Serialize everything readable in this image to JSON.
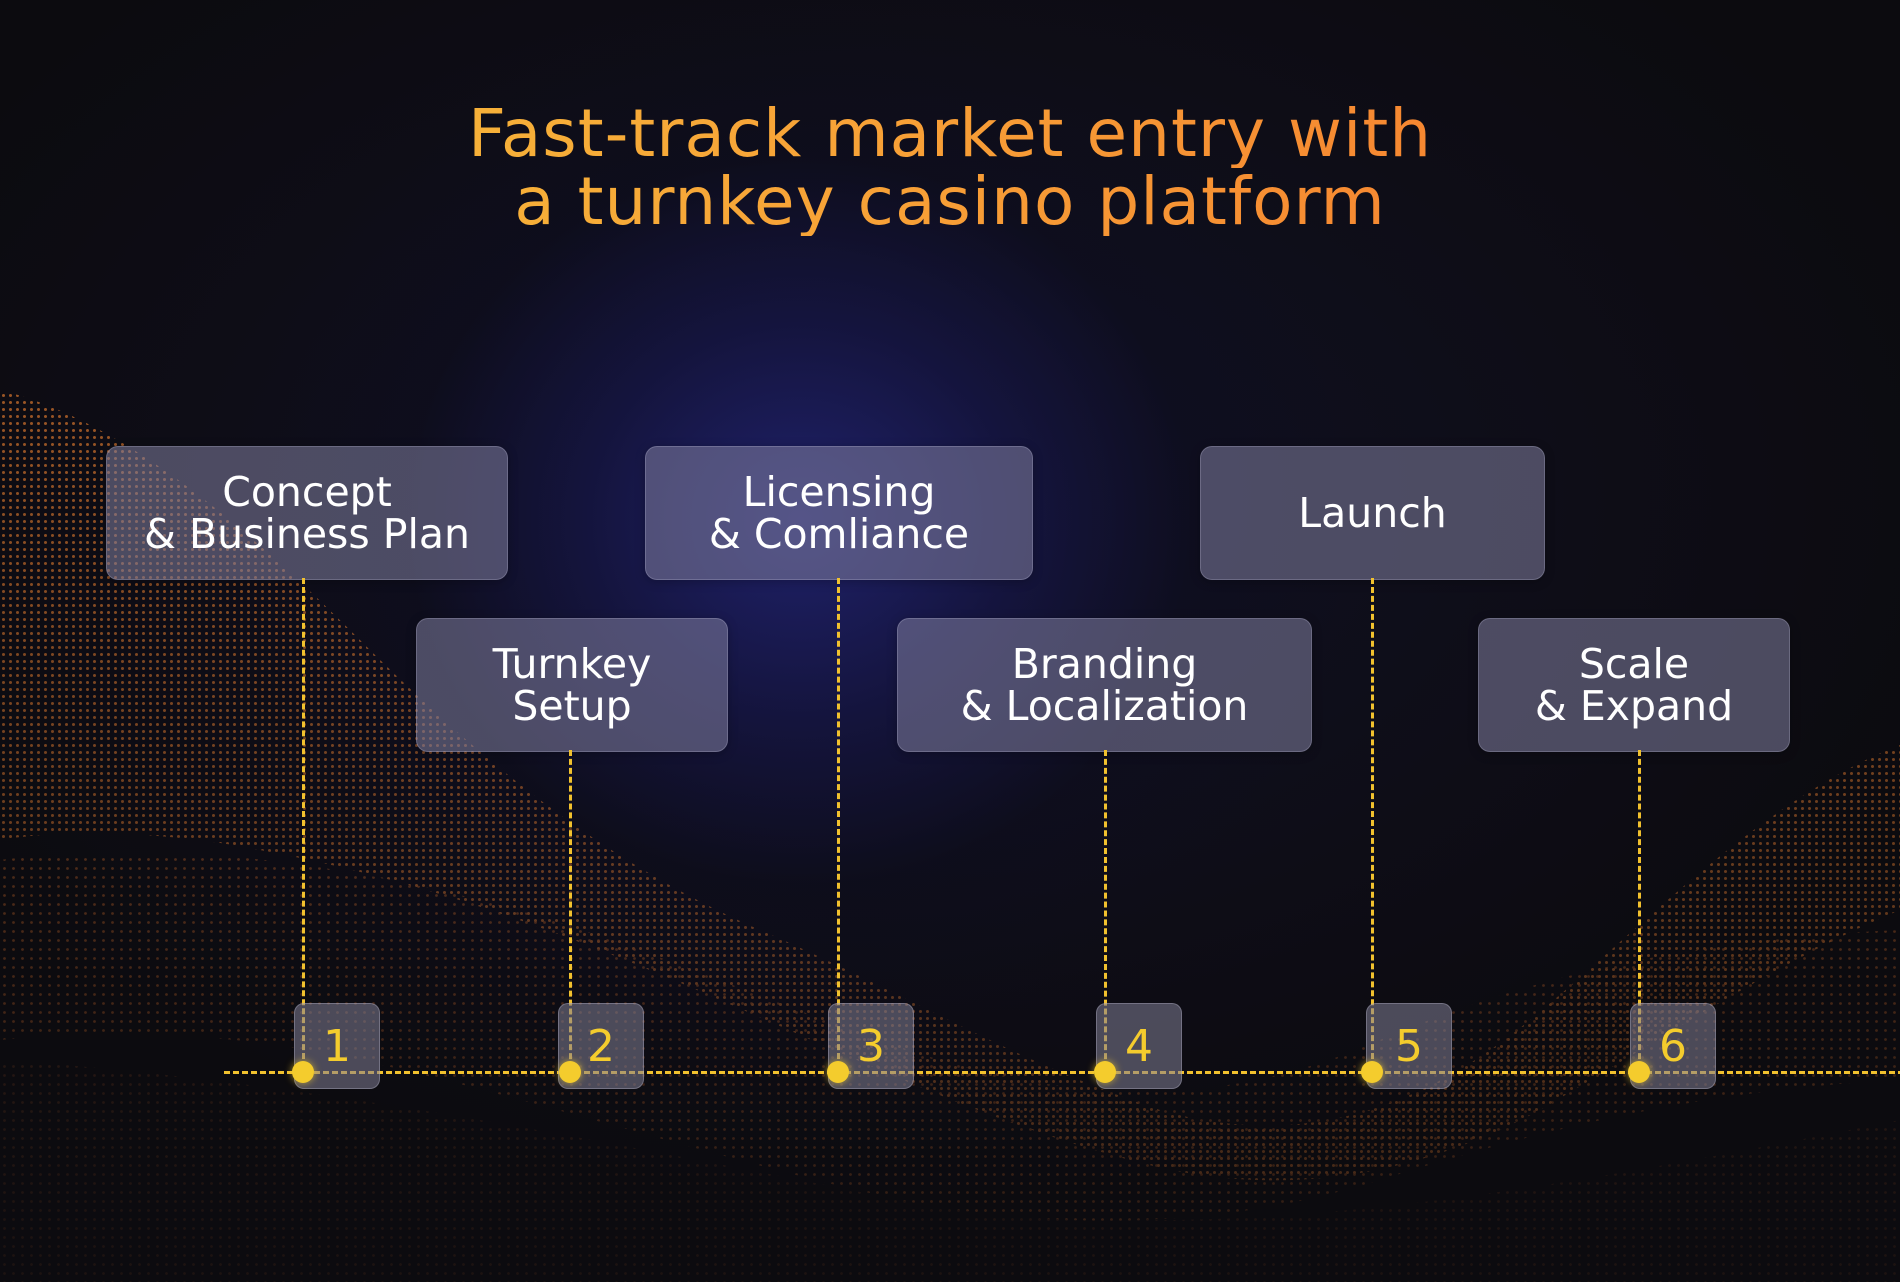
{
  "title": {
    "line1": "Fast-track market entry with",
    "line2": "a turnkey casino platform"
  },
  "steps": [
    {
      "number": "1",
      "label_line1": "Concept",
      "label_line2": "& Business Plan"
    },
    {
      "number": "2",
      "label_line1": "Turnkey",
      "label_line2": "Setup"
    },
    {
      "number": "3",
      "label_line1": "Licensing",
      "label_line2": "& Comliance"
    },
    {
      "number": "4",
      "label_line1": "Branding",
      "label_line2": "& Localization"
    },
    {
      "number": "5",
      "label_line1": "Launch",
      "label_line2": ""
    },
    {
      "number": "6",
      "label_line1": "Scale",
      "label_line2": "& Expand"
    }
  ],
  "colors": {
    "title_gradient_start": "#f6c23b",
    "title_gradient_end": "#f5722c",
    "accent_yellow": "#f4cc2d",
    "wave_orange": "#d9772e",
    "background_center": "#20226e",
    "background_edge": "#0c0b0f"
  }
}
